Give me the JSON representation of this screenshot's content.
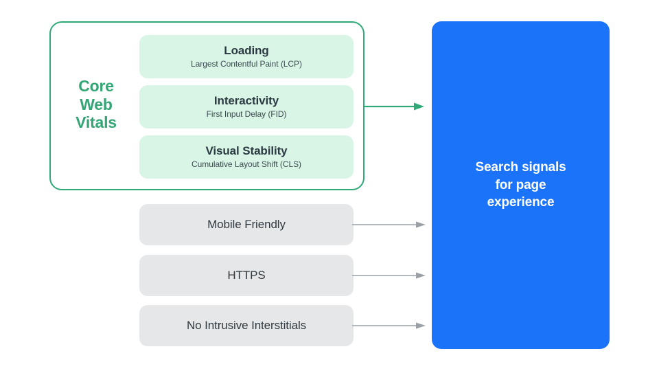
{
  "diagram": {
    "title": "Search signals for page experience",
    "colors": {
      "green_accent": "#34A574",
      "green_border": "#2EA977",
      "green_pill_bg": "#D9F5E5",
      "gray_pill_bg": "#E6E7E8",
      "blue_box_bg": "#1A73F8",
      "arrow_gray": "#9AA0A6",
      "text_dark": "#30393F",
      "text_white": "#FFFFFF"
    }
  },
  "core_web_vitals": {
    "label_lines": [
      "Core",
      "Web",
      "Vitals"
    ],
    "label_text": "Core Web Vitals",
    "metrics": [
      {
        "title": "Loading",
        "subtitle": "Largest Contentful Paint (LCP)"
      },
      {
        "title": "Interactivity",
        "subtitle": "First Input Delay (FID)"
      },
      {
        "title": "Visual Stability",
        "subtitle": "Cumulative Layout Shift (CLS)"
      }
    ]
  },
  "other_signals": [
    {
      "title": "Mobile Friendly"
    },
    {
      "title": "HTTPS"
    },
    {
      "title": "No Intrusive Interstitials"
    }
  ],
  "outcome": {
    "text": "Search signals\nfor page\nexperience"
  },
  "arrows": {
    "green_label": "core-web-vitals-to-outcome",
    "gray_labels": [
      "mobile-friendly-to-outcome",
      "https-to-outcome",
      "no-intrusive-interstitials-to-outcome"
    ]
  }
}
